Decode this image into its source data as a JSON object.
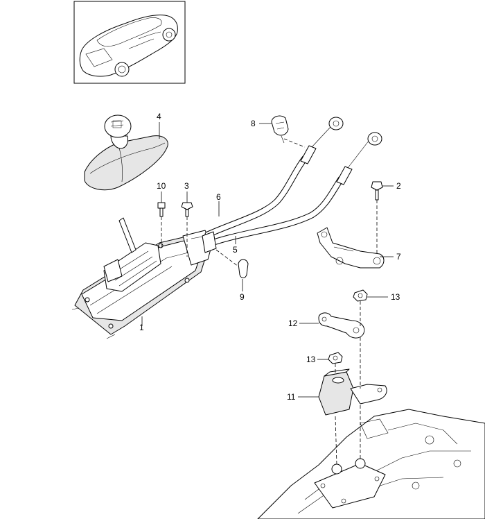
{
  "callouts": [
    {
      "id": "1",
      "label": "1"
    },
    {
      "id": "2",
      "label": "2"
    },
    {
      "id": "3",
      "label": "3"
    },
    {
      "id": "4",
      "label": "4"
    },
    {
      "id": "5",
      "label": "5"
    },
    {
      "id": "6",
      "label": "6"
    },
    {
      "id": "7",
      "label": "7"
    },
    {
      "id": "8",
      "label": "8"
    },
    {
      "id": "9",
      "label": "9"
    },
    {
      "id": "10",
      "label": "10"
    },
    {
      "id": "11",
      "label": "11"
    },
    {
      "id": "12",
      "label": "12"
    },
    {
      "id": "13a",
      "label": "13"
    },
    {
      "id": "13b",
      "label": "13"
    }
  ]
}
